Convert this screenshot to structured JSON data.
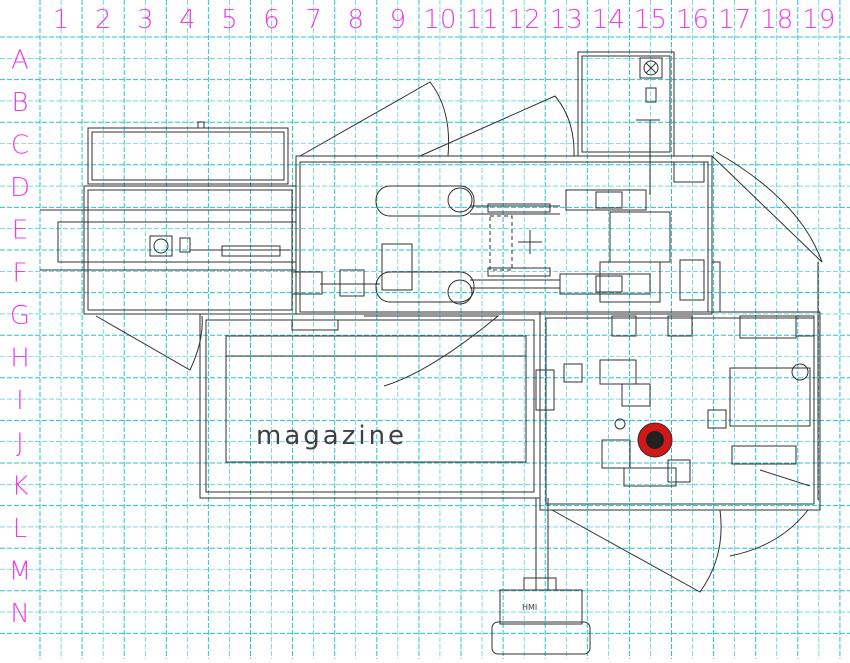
{
  "grid": {
    "columns": [
      "1",
      "2",
      "3",
      "4",
      "5",
      "6",
      "7",
      "8",
      "9",
      "10",
      "11",
      "12",
      "13",
      "14",
      "15",
      "16",
      "17",
      "18",
      "19"
    ],
    "rows": [
      "A",
      "B",
      "C",
      "D",
      "E",
      "F",
      "G",
      "H",
      "I",
      "J",
      "K",
      "L",
      "M",
      "N"
    ],
    "grid_color": "#21c6cc",
    "label_color": "#ee3ee8"
  },
  "drawing": {
    "magazine_label": "magazine",
    "hmi_label": "HMI",
    "line_color": "#303030",
    "estop_color": "#d01818"
  }
}
